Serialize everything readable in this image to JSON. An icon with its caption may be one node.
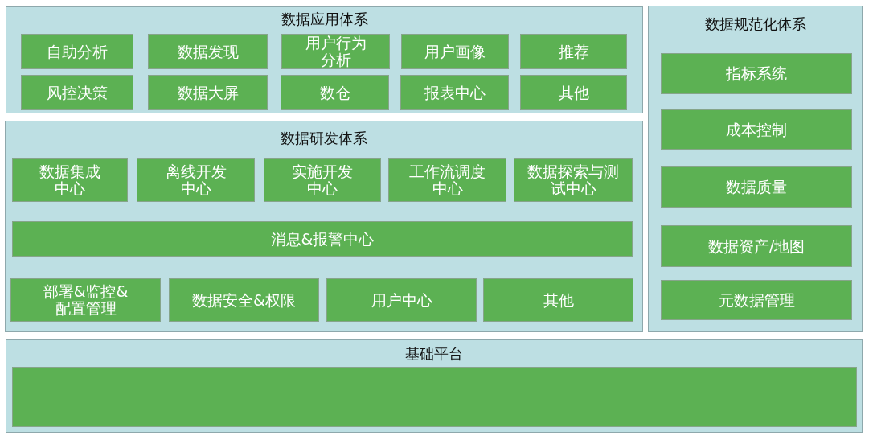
{
  "diagram": {
    "nodes": [
      {
        "text": [
          "数据应用体系"
        ]
      },
      {
        "text": [
          "自助分析"
        ],
        "in": 0
      },
      {
        "text": [
          "数据发现"
        ],
        "in": 0
      },
      {
        "text": [
          "用户行为分析"
        ],
        "in": 0
      },
      {
        "text": [
          "用户画像"
        ],
        "in": 0
      },
      {
        "text": [
          "推荐"
        ],
        "in": 0
      },
      {
        "text": [
          "风控决策"
        ],
        "in": 0
      },
      {
        "text": [
          "数据大屏"
        ],
        "in": 0
      },
      {
        "text": [
          "数仓"
        ],
        "in": 0
      },
      {
        "text": [
          "报表中心"
        ],
        "in": 0
      },
      {
        "text": [
          "其他"
        ],
        "in": 0
      },
      {
        "text": [
          "数据规范化体系"
        ]
      },
      {
        "text": [
          "指标系统"
        ],
        "in": 11
      },
      {
        "text": [
          "成本控制"
        ],
        "in": 11
      },
      {
        "text": [
          "数据质量"
        ],
        "in": 11
      },
      {
        "text": [
          "数据资产/地图"
        ],
        "in": 11
      },
      {
        "text": [
          "元数据管理"
        ],
        "in": 11
      },
      {
        "text": [
          "数据研发体系"
        ]
      },
      {
        "text": [
          "数据集成中心"
        ],
        "in": 17
      },
      {
        "text": [
          "离线开发中心"
        ],
        "in": 17
      },
      {
        "text": [
          "实施开发中心"
        ],
        "in": 17
      },
      {
        "text": [
          "工作流调度中心"
        ],
        "in": 17
      },
      {
        "text": [
          "数据探索与测试中心"
        ],
        "in": 17
      },
      {
        "text": [
          "消息&报警中心"
        ],
        "in": 17
      },
      {
        "text": [
          "部署&监控&配置管理"
        ],
        "in": 17
      },
      {
        "text": [
          "数据安全&权限"
        ],
        "in": 17
      },
      {
        "text": [
          "用户中心"
        ],
        "in": 17
      },
      {
        "text": [
          "其他"
        ],
        "in": 17
      },
      {
        "text": [
          "基础平台"
        ]
      },
      {
        "text": [],
        "shape": "box",
        "in": 28
      }
    ]
  }
}
